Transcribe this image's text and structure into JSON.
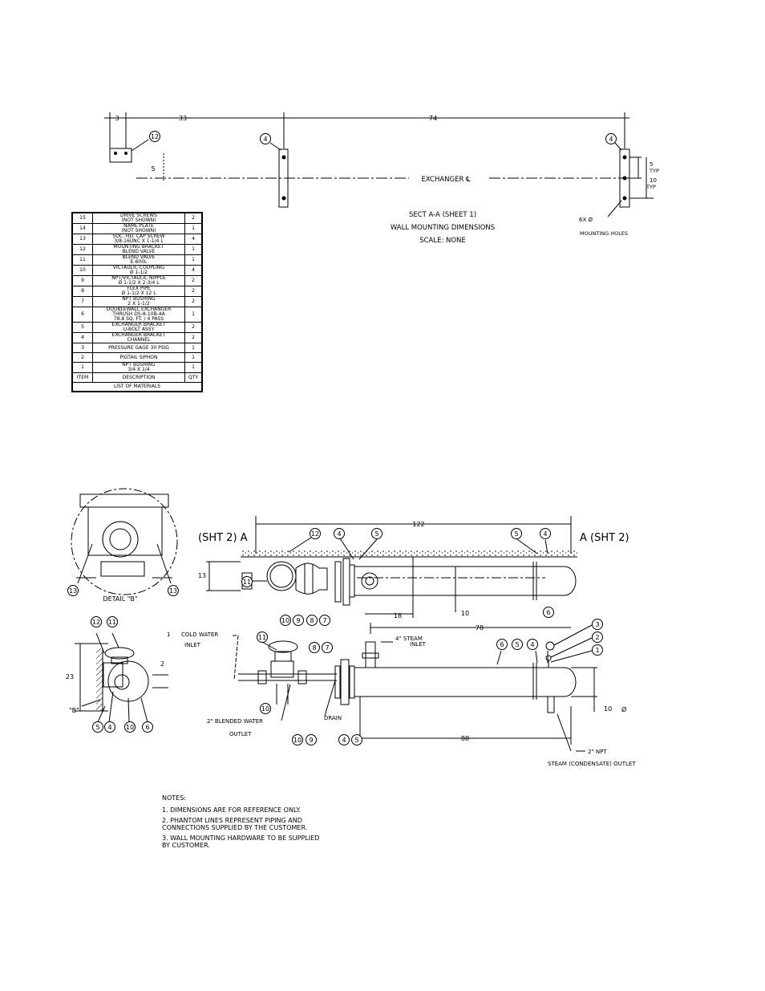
{
  "bom": {
    "rows": [
      {
        "item": "15",
        "desc": "DRIVE SCREWS\n(NOT SHOWN)",
        "qty": "2"
      },
      {
        "item": "14",
        "desc": "NAME PLATE\n(NOT SHOWN)",
        "qty": "1"
      },
      {
        "item": "13",
        "desc": "SOC. HD. CAP SCREW\n3/8-16UNC X 1-1/4 L",
        "qty": "4"
      },
      {
        "item": "12",
        "desc": "MOUNTING BRACKET\nBLEND VALVE",
        "qty": "1"
      },
      {
        "item": "11",
        "desc": "BLEND VALVE\nE-600L",
        "qty": "1"
      },
      {
        "item": "10",
        "desc": "VICTAULIC COUPLING\nØ 1-1/2",
        "qty": "4"
      },
      {
        "item": "9",
        "desc": "NPT/VICTAULIC NIPPLE\nØ 1-1/2 X 2-3/4 L",
        "qty": "2"
      },
      {
        "item": "8",
        "desc": "FLEX PIPE\nØ 1-1/2 X 12 L",
        "qty": "2"
      },
      {
        "item": "7",
        "desc": "NPT BUSHING\n2 X 1-1/2",
        "qty": "2"
      },
      {
        "item": "6",
        "desc": "DOUBLEWALL EXCHANGER\nTHRUSH DS-8-10B-4A\n78.8 SQ. FT. / 4 PASS",
        "qty": "1"
      },
      {
        "item": "5",
        "desc": "EXCHANGER BRACKET\nU-BOLT ASSY",
        "qty": "2"
      },
      {
        "item": "4",
        "desc": "EXCHANGER BRACKET\nCHANNEL",
        "qty": "2"
      },
      {
        "item": "3",
        "desc": "PRESSURE GAGE 30 PSIG",
        "qty": "1"
      },
      {
        "item": "2",
        "desc": "PIGTAIL SIPHON",
        "qty": "1"
      },
      {
        "item": "1",
        "desc": "NPT BUSHING\n3/4 X 1/4",
        "qty": "1"
      }
    ],
    "header": {
      "item": "ITEM",
      "desc": "DESCRIPTION",
      "qty": "QTY"
    },
    "caption": "LIST OF MATERIALS"
  },
  "section": {
    "title": "SECT A-A (SHEET 1)",
    "subtitle": "WALL MOUNTING DIMENSIONS",
    "scale": "SCALE: NONE",
    "centerline": "EXCHANGER ℄",
    "mounting_qty": "6X Ø",
    "mounting_label": "MOUNTING HOLES",
    "dim_3": "3",
    "dim_33": "33",
    "dim_74": "74",
    "dim_5": "5",
    "dim_5typ_a": "5",
    "dim_5typ_b": "TYP",
    "dim_10typ_a": "10",
    "dim_10typ_b": "TYP"
  },
  "plan": {
    "sht2_left": "(SHT 2) A",
    "sht2_right": "A (SHT 2)",
    "dim_122": "122",
    "dim_13": "13",
    "dim_18": "18",
    "dim_10": "10",
    "dim_78": "78"
  },
  "detail_b": {
    "label": "DETAIL \"B\""
  },
  "elevation": {
    "cold_water_a": "1",
    "cold_water_b": "COLD WATER",
    "cold_water_c": "INLET",
    "steam_inlet_a": "4\" STEAM",
    "steam_inlet_b": "INLET",
    "blended_a": "2\" BLENDED WATER",
    "blended_b": "OUTLET",
    "drain": "DRAIN",
    "dim_88": "88",
    "dim_10dia": "10",
    "dia_sym": "Ø",
    "npt": "2\" NPT",
    "condensate": "STEAM (CONDENSATE) OUTLET",
    "side_23": "23",
    "side_2": "2",
    "side_b": "\"B\""
  },
  "notes": {
    "heading": "NOTES:",
    "items": [
      "1. DIMENSIONS ARE FOR REFERENCE ONLY.",
      "2. PHANTOM LINES REPRESENT PIPING AND\n    CONNECTIONS SUPPLIED BY THE CUSTOMER.",
      "3. WALL MOUNTING HARDWARE TO BE SUPPLIED\n    BY CUSTOMER."
    ]
  },
  "balloons": [
    "1",
    "2",
    "3",
    "4",
    "5",
    "6",
    "7",
    "8",
    "9",
    "10",
    "11",
    "12",
    "13"
  ]
}
